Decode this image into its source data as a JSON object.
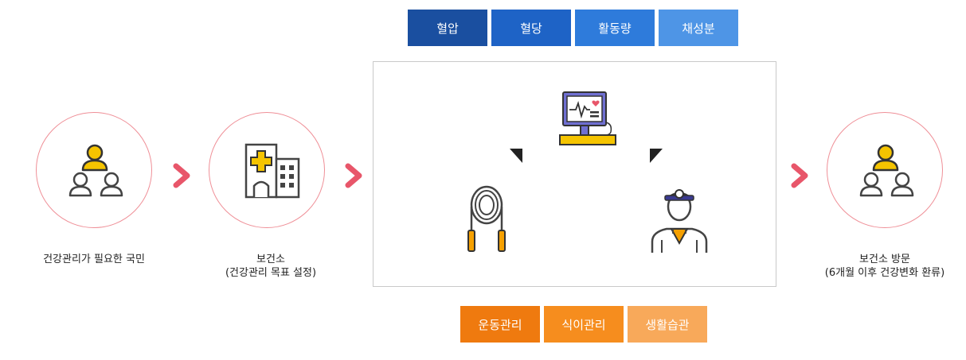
{
  "steps": [
    {
      "id": "citizen",
      "label": "건강관리가 필요한 국민"
    },
    {
      "id": "clinic",
      "label_line1": "보건소",
      "label_line2": "(건강관리 목표 설정)"
    },
    {
      "id": "revisit",
      "label_line1": "보건소 방문",
      "label_line2": "(6개월 이후 건강변화 환류)"
    }
  ],
  "measurements": {
    "items": [
      "혈압",
      "혈당",
      "활동량",
      "채성분"
    ],
    "colors": [
      "#1a4fa0",
      "#1e63c6",
      "#2e7bdb",
      "#4e95e6"
    ]
  },
  "management": {
    "items": [
      "운동관리",
      "식이관리",
      "생활습관"
    ],
    "colors": [
      "#ef7a0f",
      "#f68d1e",
      "#f8a95a"
    ]
  },
  "colors": {
    "accent_pink": "#e8566a",
    "circle_border": "#ef8f97",
    "icon_yellow": "#f5c400",
    "icon_dark": "#444444"
  }
}
